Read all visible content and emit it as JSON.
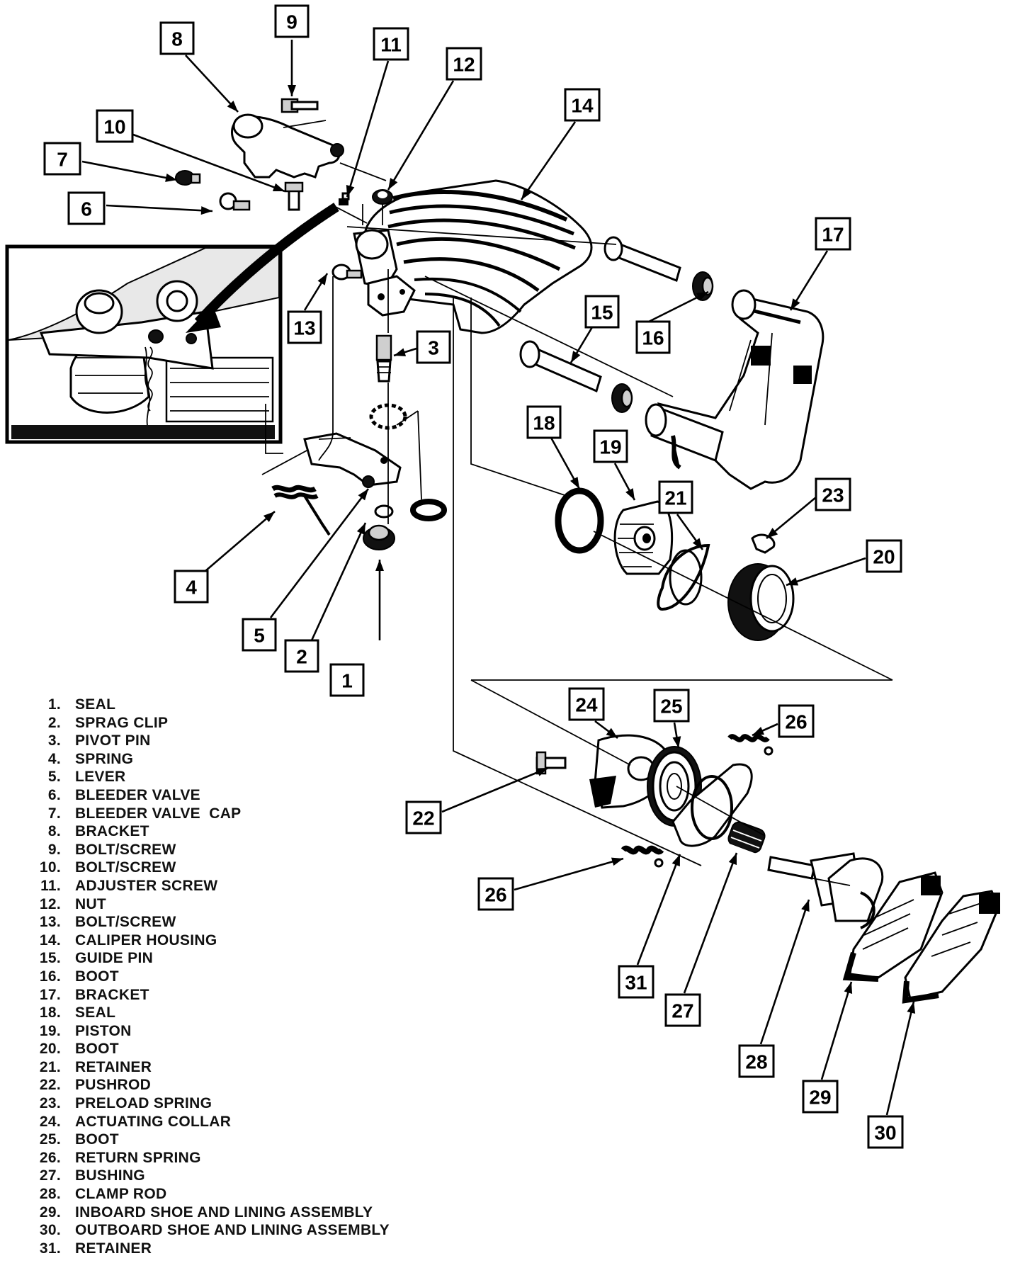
{
  "callouts": [
    "1",
    "2",
    "3",
    "4",
    "5",
    "6",
    "7",
    "8",
    "9",
    "10",
    "11",
    "12",
    "13",
    "14",
    "15",
    "16",
    "17",
    "18",
    "19",
    "20",
    "21",
    "22",
    "23",
    "24",
    "25",
    "26",
    "27",
    "28",
    "29",
    "30",
    "31"
  ],
  "legend": [
    {
      "num": "1.",
      "name": "SEAL"
    },
    {
      "num": "2.",
      "name": "SPRAG CLIP"
    },
    {
      "num": "3.",
      "name": "PIVOT PIN"
    },
    {
      "num": "4.",
      "name": "SPRING"
    },
    {
      "num": "5.",
      "name": "LEVER"
    },
    {
      "num": "6.",
      "name": "BLEEDER VALVE"
    },
    {
      "num": "7.",
      "name": "BLEEDER VALVE  CAP"
    },
    {
      "num": "8.",
      "name": "BRACKET"
    },
    {
      "num": "9.",
      "name": "BOLT/SCREW"
    },
    {
      "num": "10.",
      "name": "BOLT/SCREW"
    },
    {
      "num": "11.",
      "name": "ADJUSTER SCREW"
    },
    {
      "num": "12.",
      "name": "NUT"
    },
    {
      "num": "13.",
      "name": "BOLT/SCREW"
    },
    {
      "num": "14.",
      "name": "CALIPER HOUSING"
    },
    {
      "num": "15.",
      "name": "GUIDE PIN"
    },
    {
      "num": "16.",
      "name": "BOOT"
    },
    {
      "num": "17.",
      "name": "BRACKET"
    },
    {
      "num": "18.",
      "name": "SEAL"
    },
    {
      "num": "19.",
      "name": "PISTON"
    },
    {
      "num": "20.",
      "name": "BOOT"
    },
    {
      "num": "21.",
      "name": "RETAINER"
    },
    {
      "num": "22.",
      "name": "PUSHROD"
    },
    {
      "num": "23.",
      "name": "PRELOAD SPRING"
    },
    {
      "num": "24.",
      "name": "ACTUATING COLLAR"
    },
    {
      "num": "25.",
      "name": "BOOT"
    },
    {
      "num": "26.",
      "name": "RETURN SPRING"
    },
    {
      "num": "27.",
      "name": "BUSHING"
    },
    {
      "num": "28.",
      "name": "CLAMP ROD"
    },
    {
      "num": "29.",
      "name": "INBOARD SHOE AND LINING ASSEMBLY"
    },
    {
      "num": "30.",
      "name": "OUTBOARD SHOE AND LINING ASSEMBLY"
    },
    {
      "num": "31.",
      "name": "RETAINER"
    }
  ]
}
